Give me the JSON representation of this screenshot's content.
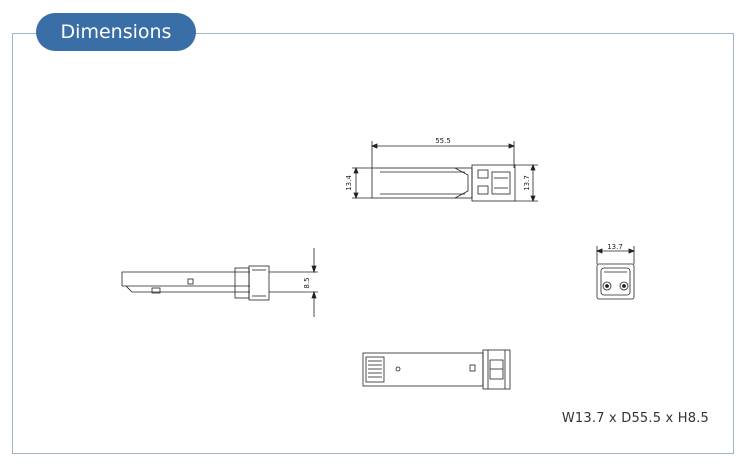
{
  "header": {
    "title": "Dimensions"
  },
  "dimensions": {
    "length_label": "55.5",
    "height_side_label": "13.4",
    "height_right_label": "13.7",
    "thickness_label": "8.5",
    "width_label": "13.7"
  },
  "caption": "W13.7 x D55.5 x H8.5"
}
